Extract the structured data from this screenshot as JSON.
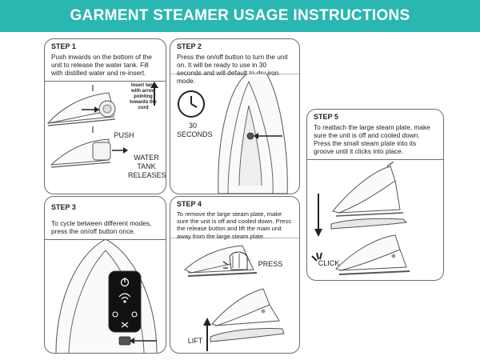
{
  "header": {
    "title": "GARMENT STEAMER USAGE INSTRUCTIONS"
  },
  "colors": {
    "banner": "#2ab7b1",
    "outline": "#555555",
    "panel": "#111111"
  },
  "steps": [
    {
      "title": "STEP 1",
      "text": "Push inwards on the bottom of the unit to release the water tank. Fill with distilled water and re-insert.",
      "labels": {
        "insert_note": "Insert tank with arrow pointing towards the cord",
        "push": "PUSH",
        "releases": "WATER TANK RELEASES"
      }
    },
    {
      "title": "STEP 2",
      "text": "Press the on/off button to turn the unit on. It will be ready to use in 30 seconds and will default to dry iron mode.",
      "labels": {
        "timer": "30 SECONDS"
      }
    },
    {
      "title": "STEP 3",
      "text": "To cycle between different modes, press the on/off button once.",
      "labels": {}
    },
    {
      "title": "STEP 4",
      "text": "To remove the large steam plate, make sure the unit is off and cooled down. Press the release button and lift the main unit away from the large steam plate.",
      "labels": {
        "press": "PRESS",
        "lift": "LIFT"
      }
    },
    {
      "title": "STEP 5",
      "text": "To reattach the large steam plate, make sure the unit is off and cooled down. Press the small steam plate into its groove until it clicks into place.",
      "labels": {
        "click": "CLICK"
      }
    }
  ]
}
